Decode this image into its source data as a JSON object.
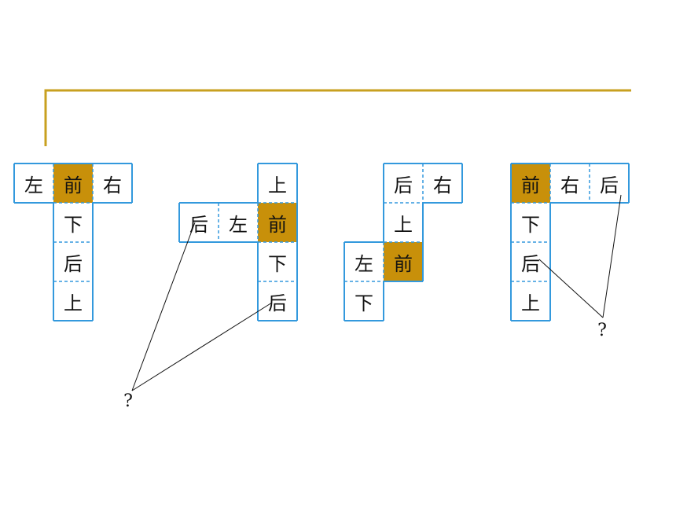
{
  "colors": {
    "accent_line": "#c8a020",
    "grid_line": "#3399dd",
    "highlight": "#c8900a"
  },
  "nets": [
    {
      "cells": [
        {
          "label": "左",
          "col": 0,
          "row": 0
        },
        {
          "label": "前",
          "col": 1,
          "row": 0,
          "highlight": true
        },
        {
          "label": "右",
          "col": 2,
          "row": 0
        },
        {
          "label": "下",
          "col": 1,
          "row": 1
        },
        {
          "label": "后",
          "col": 1,
          "row": 2
        },
        {
          "label": "上",
          "col": 1,
          "row": 3
        }
      ]
    },
    {
      "cells": [
        {
          "label": "上",
          "col": 2,
          "row": 0
        },
        {
          "label": "后",
          "col": 0,
          "row": 1
        },
        {
          "label": "左",
          "col": 1,
          "row": 1
        },
        {
          "label": "前",
          "col": 2,
          "row": 1,
          "highlight": true
        },
        {
          "label": "下",
          "col": 2,
          "row": 2
        },
        {
          "label": "后",
          "col": 2,
          "row": 3
        }
      ]
    },
    {
      "cells": [
        {
          "label": "后",
          "col": 1,
          "row": 0
        },
        {
          "label": "右",
          "col": 2,
          "row": 0
        },
        {
          "label": "上",
          "col": 1,
          "row": 1
        },
        {
          "label": "左",
          "col": 0,
          "row": 2
        },
        {
          "label": "前",
          "col": 1,
          "row": 2,
          "highlight": true
        },
        {
          "label": "下",
          "col": 0,
          "row": 3
        }
      ]
    },
    {
      "cells": [
        {
          "label": "前",
          "col": 0,
          "row": 0,
          "highlight": true
        },
        {
          "label": "右",
          "col": 1,
          "row": 0
        },
        {
          "label": "后",
          "col": 2,
          "row": 0
        },
        {
          "label": "下",
          "col": 0,
          "row": 1
        },
        {
          "label": "后",
          "col": 0,
          "row": 2
        },
        {
          "label": "上",
          "col": 0,
          "row": 3
        }
      ]
    }
  ],
  "question_marks": [
    "?",
    "?"
  ]
}
